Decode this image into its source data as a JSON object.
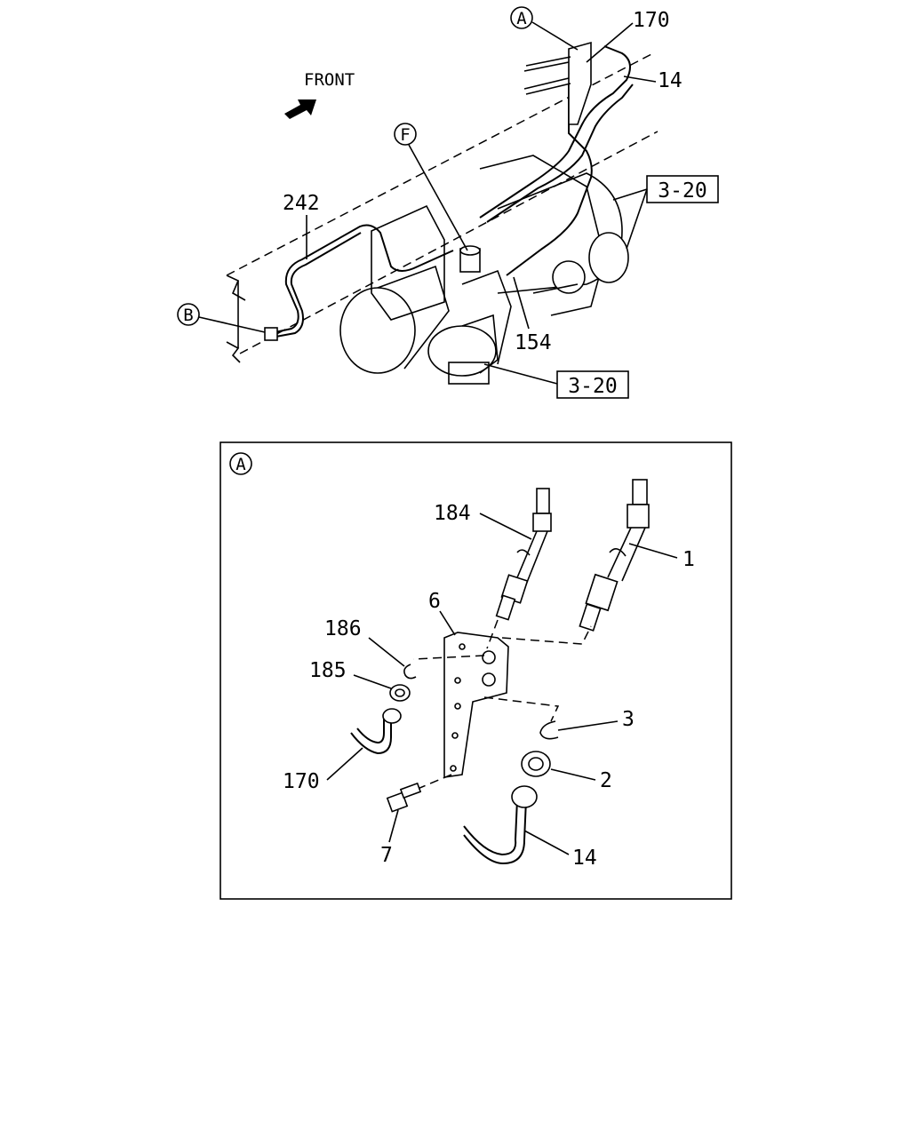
{
  "top_diagram": {
    "front_label": "FRONT",
    "callouts": {
      "a_ref": "A",
      "f_ref": "F",
      "b_ref": "B",
      "p170": "170",
      "p14": "14",
      "p242": "242",
      "p154": "154",
      "ref_3_20_upper": "3-20",
      "ref_3_20_lower": "3-20"
    }
  },
  "detail_a": {
    "title": "A",
    "callouts": {
      "p184": "184",
      "p1": "1",
      "p6": "6",
      "p186": "186",
      "p185": "185",
      "p170": "170",
      "p3": "3",
      "p2": "2",
      "p7": "7",
      "p14": "14"
    }
  }
}
